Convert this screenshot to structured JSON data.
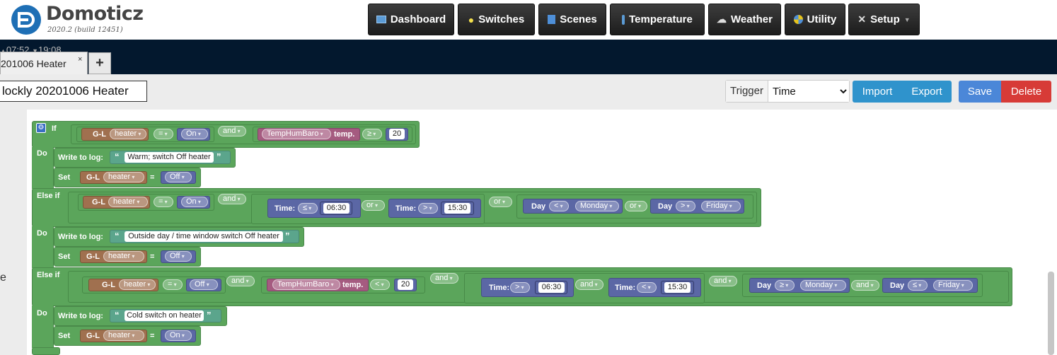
{
  "header": {
    "brand": "Domoticz",
    "version": "2020.2 (build 12451)",
    "nav": [
      {
        "label": "Dashboard",
        "icon": "dashboard-icon"
      },
      {
        "label": "Switches",
        "icon": "lightbulb-icon"
      },
      {
        "label": "Scenes",
        "icon": "scenes-icon"
      },
      {
        "label": "Temperature",
        "icon": "thermometer-icon"
      },
      {
        "label": "Weather",
        "icon": "weather-icon"
      },
      {
        "label": "Utility",
        "icon": "utility-icon"
      },
      {
        "label": "Setup",
        "icon": "tools-icon"
      }
    ]
  },
  "sunbar": {
    "sunrise": "07:52",
    "sunset": "19:08"
  },
  "tabs": {
    "active": "201006 Heater",
    "close": "×",
    "add": "+"
  },
  "event": {
    "name": "lockly 20201006 Heater",
    "trigger_label": "Trigger",
    "trigger_value": "Time",
    "trigger_options": [
      "Time"
    ],
    "import": "Import",
    "export": "Export",
    "save": "Save",
    "delete": "Delete"
  },
  "side_letter": "e",
  "blocks": {
    "kw": {
      "if": "If",
      "do": "Do",
      "elseif": "Else if",
      "writelog": "Write to log:",
      "set": "Set",
      "and": "and",
      "or": "or",
      "time": "Time:",
      "day": "Day",
      "temp": "temp.",
      "gl": "G-L",
      "open_q": "“",
      "close_q": "”",
      "eq": "="
    },
    "if1": {
      "device": "heater",
      "op": "=",
      "state": "On",
      "sensor": "TempHumBaro",
      "cmp": "≥",
      "value": "20"
    },
    "do1": {
      "log": "Warm; switch Off heater",
      "device": "heater",
      "state": "Off"
    },
    "elseif1": {
      "device": "heater",
      "op": "=",
      "state": "On",
      "t1op": "≤",
      "t1": "06:30",
      "t2op": ">",
      "t2": "15:30",
      "d1op": "<",
      "d1": "Monday",
      "d2op": ">",
      "d2": "Friday"
    },
    "do2": {
      "log": "Outside day / time window switch Off heater",
      "device": "heater",
      "state": "Off"
    },
    "elseif2": {
      "device": "heater",
      "op": "=",
      "state": "Off",
      "sensor": "TempHumBaro",
      "cmp": "<",
      "value": "20",
      "t1op": ">",
      "t1": "06:30",
      "t2op": "<",
      "t2": "15:30",
      "d1op": "≥",
      "d1": "Monday",
      "d2op": "≤",
      "d2": "Friday"
    },
    "do3": {
      "log": "Cold switch on heater",
      "device": "heater",
      "state": "On"
    }
  }
}
